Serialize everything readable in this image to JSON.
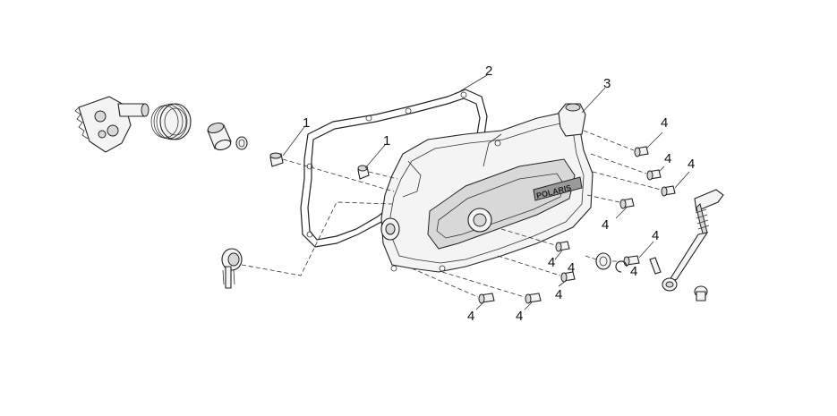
{
  "diagram": {
    "brand_label": "POLARIS",
    "callouts": [
      "1",
      "1",
      "2",
      "3",
      "4",
      "4",
      "4",
      "4",
      "4",
      "4",
      "4",
      "4",
      "4",
      "4",
      "4"
    ]
  }
}
